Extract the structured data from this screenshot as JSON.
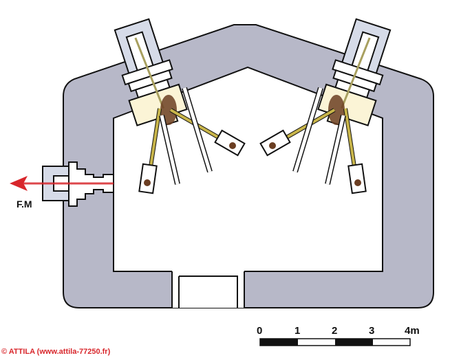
{
  "diagram": {
    "arrow_label": "F.M",
    "scale": {
      "ticks": [
        "0",
        "1",
        "2",
        "3",
        "4m"
      ]
    },
    "copyright": "© ATTILA (www.attila-77250.fr)"
  },
  "colors": {
    "wall": "#b7b8c8",
    "cloche": "#d6dbe8",
    "gun": "#c8b54a",
    "arrow": "#d8262b"
  }
}
